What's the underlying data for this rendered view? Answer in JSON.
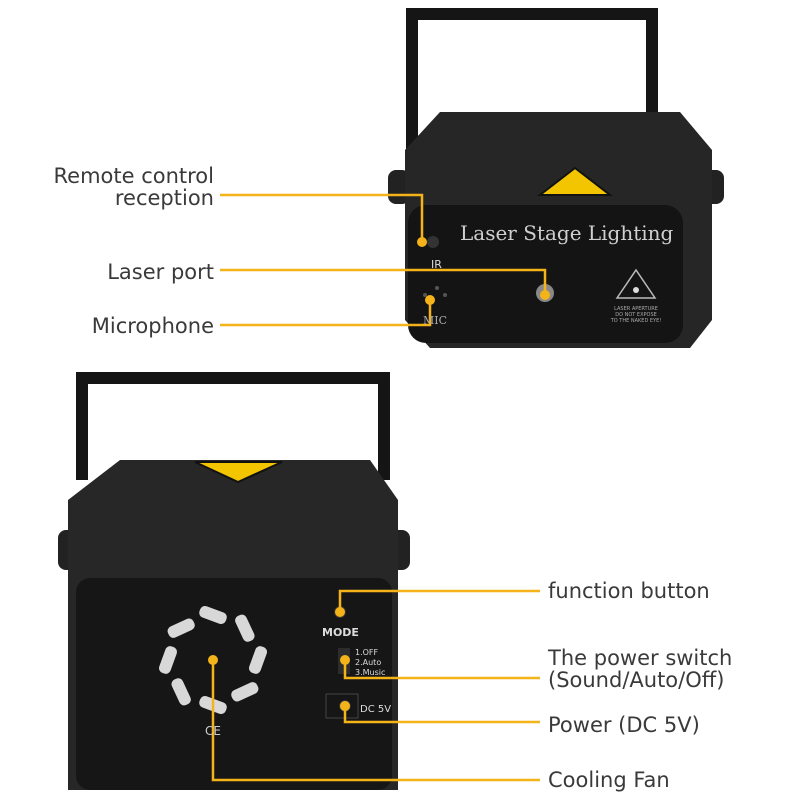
{
  "colors": {
    "callout": "#f5b31a",
    "device": "#1c1c1c",
    "warning": "#f2c500"
  },
  "top_device": {
    "panel_title": "Laser Stage Lighting",
    "ir_label": "IR",
    "mic_label": "MIC",
    "warning_text": [
      "LASER APERTURE",
      "DO NOT EXPOSE",
      "TO THE NAKED EYE!"
    ]
  },
  "bottom_device": {
    "mode_label": "MODE",
    "switch_options": [
      "1.OFF",
      "2.Auto",
      "3.Music"
    ],
    "dc_label": "DC 5V",
    "ce_mark": "CE"
  },
  "callouts": {
    "remote_line1": "Remote control",
    "remote_line2": "reception",
    "laser_port": "Laser port",
    "microphone": "Microphone",
    "function_button": "function button",
    "power_switch_line1": "The power switch",
    "power_switch_line2": "(Sound/Auto/Off)",
    "power": "Power (DC 5V)",
    "cooling_fan": "Cooling Fan"
  }
}
